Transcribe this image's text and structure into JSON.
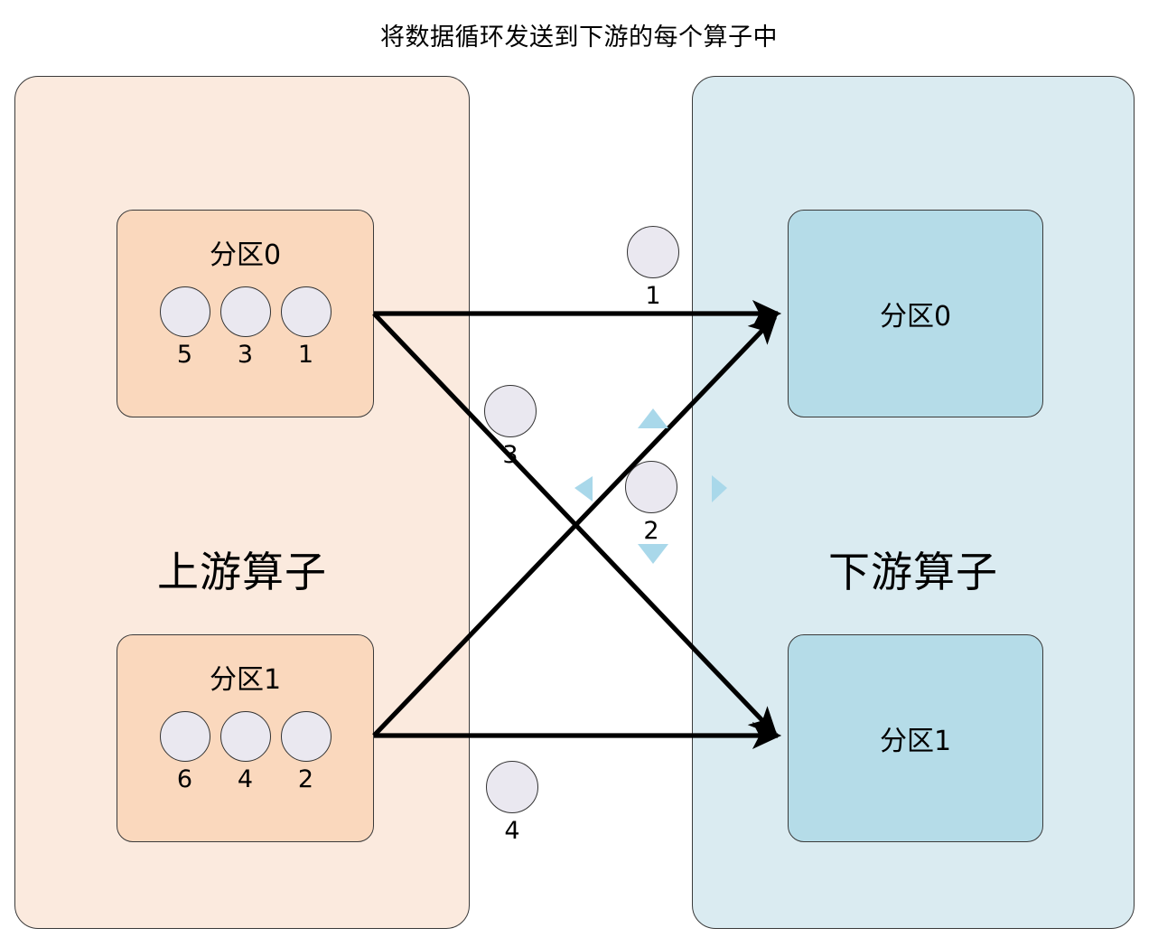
{
  "title": "将数据循环发送到下游的每个算子中",
  "colors": {
    "upstream_container_fill": "#fbeade",
    "downstream_container_fill": "#daebf1",
    "upstream_partition_fill": "#fad8bd",
    "downstream_partition_fill": "#b5dce8",
    "record_fill": "#eae8f0",
    "stroke": "#333333",
    "handle_fill": "#a9d8ea"
  },
  "upstream": {
    "label": "上游算子",
    "partitions": [
      {
        "title": "分区0",
        "records": [
          "5",
          "3",
          "1"
        ]
      },
      {
        "title": "分区1",
        "records": [
          "6",
          "4",
          "2"
        ]
      }
    ]
  },
  "downstream": {
    "label": "下游算子",
    "partitions": [
      {
        "title": "分区0"
      },
      {
        "title": "分区1"
      }
    ]
  },
  "in_flight_records": [
    {
      "label": "1"
    },
    {
      "label": "3"
    },
    {
      "label": "2"
    },
    {
      "label": "4"
    }
  ],
  "edges": [
    {
      "from": "up-partition-0",
      "to": "down-partition-0"
    },
    {
      "from": "up-partition-0",
      "to": "down-partition-1"
    },
    {
      "from": "up-partition-1",
      "to": "down-partition-0"
    },
    {
      "from": "up-partition-1",
      "to": "down-partition-1"
    }
  ],
  "handles": [
    {
      "icon": "triangle-up-handle"
    },
    {
      "icon": "triangle-down-handle"
    },
    {
      "icon": "triangle-left-handle"
    },
    {
      "icon": "triangle-right-handle"
    }
  ]
}
